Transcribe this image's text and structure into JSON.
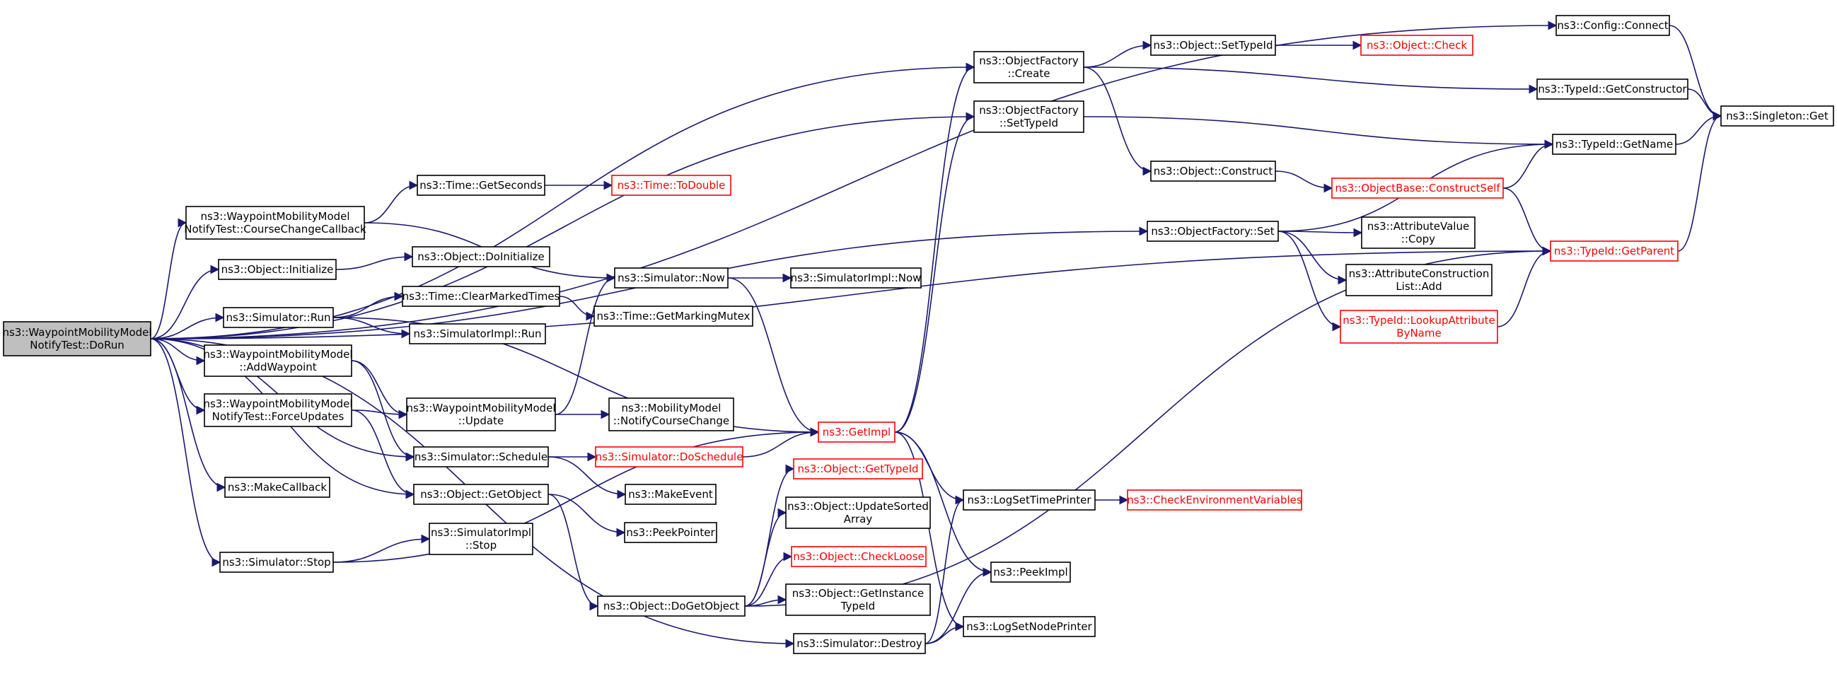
{
  "colors": {
    "edge": "#191970",
    "node_border": "#000000",
    "missing_border": "#ff0000",
    "root_fill": "#bfbfbf",
    "background": "#ffffff"
  },
  "nodes": [
    {
      "id": "root",
      "lines": [
        "ns3::WaypointMobilityModel",
        "NotifyTest::DoRun"
      ],
      "kind": "root"
    },
    {
      "id": "config_connect",
      "lines": [
        "ns3::Config::Connect"
      ],
      "kind": "normal"
    },
    {
      "id": "singleton_get",
      "lines": [
        "ns3::Singleton::Get"
      ],
      "kind": "normal"
    },
    {
      "id": "of_create",
      "lines": [
        "ns3::ObjectFactory",
        "::Create"
      ],
      "kind": "normal"
    },
    {
      "id": "obj_settypeid",
      "lines": [
        "ns3::Object::SetTypeId"
      ],
      "kind": "normal"
    },
    {
      "id": "obj_check",
      "lines": [
        "ns3::Object::Check"
      ],
      "kind": "missing"
    },
    {
      "id": "typeid_getconstructor",
      "lines": [
        "ns3::TypeId::GetConstructor"
      ],
      "kind": "normal"
    },
    {
      "id": "of_settypeid",
      "lines": [
        "ns3::ObjectFactory",
        "::SetTypeId"
      ],
      "kind": "normal"
    },
    {
      "id": "typeid_getname",
      "lines": [
        "ns3::TypeId::GetName"
      ],
      "kind": "normal"
    },
    {
      "id": "obj_construct",
      "lines": [
        "ns3::Object::Construct"
      ],
      "kind": "normal"
    },
    {
      "id": "objbase_constructself",
      "lines": [
        "ns3::ObjectBase::ConstructSelf"
      ],
      "kind": "missing"
    },
    {
      "id": "time_getseconds",
      "lines": [
        "ns3::Time::GetSeconds"
      ],
      "kind": "normal"
    },
    {
      "id": "time_todouble",
      "lines": [
        "ns3::Time::ToDouble"
      ],
      "kind": "missing"
    },
    {
      "id": "course_change_cb",
      "lines": [
        "ns3::WaypointMobilityModel",
        "NotifyTest::CourseChangeCallback"
      ],
      "kind": "normal"
    },
    {
      "id": "of_set",
      "lines": [
        "ns3::ObjectFactory::Set"
      ],
      "kind": "normal"
    },
    {
      "id": "attrvalue_copy",
      "lines": [
        "ns3::AttributeValue",
        "::Copy"
      ],
      "kind": "normal"
    },
    {
      "id": "typeid_getparent",
      "lines": [
        "ns3::TypeId::GetParent"
      ],
      "kind": "missing"
    },
    {
      "id": "obj_initialize",
      "lines": [
        "ns3::Object::Initialize"
      ],
      "kind": "normal"
    },
    {
      "id": "obj_doinitialize",
      "lines": [
        "ns3::Object::DoInitialize"
      ],
      "kind": "normal"
    },
    {
      "id": "attrconstr_add",
      "lines": [
        "ns3::AttributeConstruction",
        "List::Add"
      ],
      "kind": "normal"
    },
    {
      "id": "sim_now",
      "lines": [
        "ns3::Simulator::Now"
      ],
      "kind": "normal"
    },
    {
      "id": "simimpl_now",
      "lines": [
        "ns3::SimulatorImpl::Now"
      ],
      "kind": "normal"
    },
    {
      "id": "time_clearmarked",
      "lines": [
        "ns3::Time::ClearMarkedTimes"
      ],
      "kind": "normal"
    },
    {
      "id": "sim_run",
      "lines": [
        "ns3::Simulator::Run"
      ],
      "kind": "normal"
    },
    {
      "id": "typeid_lookupattr",
      "lines": [
        "ns3::TypeId::LookupAttribute",
        "ByName"
      ],
      "kind": "missing"
    },
    {
      "id": "time_getmarkingmutex",
      "lines": [
        "ns3::Time::GetMarkingMutex"
      ],
      "kind": "normal"
    },
    {
      "id": "simimpl_run",
      "lines": [
        "ns3::SimulatorImpl::Run"
      ],
      "kind": "normal"
    },
    {
      "id": "wmm_addwaypoint",
      "lines": [
        "ns3::WaypointMobilityModel",
        "::AddWaypoint"
      ],
      "kind": "normal"
    },
    {
      "id": "wmm_forceupdates",
      "lines": [
        "ns3::WaypointMobilityModel",
        "NotifyTest::ForceUpdates"
      ],
      "kind": "normal"
    },
    {
      "id": "wmm_update",
      "lines": [
        "ns3::WaypointMobilityModel",
        "::Update"
      ],
      "kind": "normal"
    },
    {
      "id": "mm_notifycoursechange",
      "lines": [
        "ns3::MobilityModel",
        "::NotifyCourseChange"
      ],
      "kind": "normal"
    },
    {
      "id": "getimpl",
      "lines": [
        "ns3::GetImpl"
      ],
      "kind": "missing"
    },
    {
      "id": "sim_schedule",
      "lines": [
        "ns3::Simulator::Schedule"
      ],
      "kind": "normal"
    },
    {
      "id": "sim_doschedule",
      "lines": [
        "ns3::Simulator::DoSchedule"
      ],
      "kind": "missing"
    },
    {
      "id": "obj_gettypeid",
      "lines": [
        "ns3::Object::GetTypeId"
      ],
      "kind": "missing"
    },
    {
      "id": "makecallback",
      "lines": [
        "ns3::MakeCallback"
      ],
      "kind": "normal"
    },
    {
      "id": "makeevent",
      "lines": [
        "ns3::MakeEvent"
      ],
      "kind": "normal"
    },
    {
      "id": "obj_getobject",
      "lines": [
        "ns3::Object::GetObject"
      ],
      "kind": "normal"
    },
    {
      "id": "logsettimeprinter",
      "lines": [
        "ns3::LogSetTimePrinter"
      ],
      "kind": "normal"
    },
    {
      "id": "checkenvvars",
      "lines": [
        "ns3::CheckEnvironmentVariables"
      ],
      "kind": "missing"
    },
    {
      "id": "obj_updatesorted",
      "lines": [
        "ns3::Object::UpdateSorted",
        "Array"
      ],
      "kind": "normal"
    },
    {
      "id": "peekpointer",
      "lines": [
        "ns3::PeekPointer"
      ],
      "kind": "normal"
    },
    {
      "id": "simimpl_stop",
      "lines": [
        "ns3::SimulatorImpl",
        "::Stop"
      ],
      "kind": "normal"
    },
    {
      "id": "obj_checkloose",
      "lines": [
        "ns3::Object::CheckLoose"
      ],
      "kind": "missing"
    },
    {
      "id": "sim_stop",
      "lines": [
        "ns3::Simulator::Stop"
      ],
      "kind": "normal"
    },
    {
      "id": "peekimpl",
      "lines": [
        "ns3::PeekImpl"
      ],
      "kind": "normal"
    },
    {
      "id": "obj_getinstancetypeid",
      "lines": [
        "ns3::Object::GetInstance",
        "TypeId"
      ],
      "kind": "normal"
    },
    {
      "id": "obj_dogetobject",
      "lines": [
        "ns3::Object::DoGetObject"
      ],
      "kind": "normal"
    },
    {
      "id": "sim_destroy",
      "lines": [
        "ns3::Simulator::Destroy"
      ],
      "kind": "normal"
    },
    {
      "id": "logsetnodeprinter",
      "lines": [
        "ns3::LogSetNodePrinter"
      ],
      "kind": "normal"
    }
  ],
  "edges": [
    [
      "root",
      "config_connect"
    ],
    [
      "root",
      "of_create"
    ],
    [
      "root",
      "of_settypeid"
    ],
    [
      "root",
      "of_set"
    ],
    [
      "root",
      "course_change_cb"
    ],
    [
      "root",
      "obj_initialize"
    ],
    [
      "root",
      "sim_run"
    ],
    [
      "root",
      "wmm_addwaypoint"
    ],
    [
      "root",
      "wmm_forceupdates"
    ],
    [
      "root",
      "sim_schedule"
    ],
    [
      "root",
      "makecallback"
    ],
    [
      "root",
      "obj_getobject"
    ],
    [
      "root",
      "sim_stop"
    ],
    [
      "root",
      "sim_destroy"
    ],
    [
      "root",
      "typeid_getparent"
    ],
    [
      "config_connect",
      "singleton_get"
    ],
    [
      "of_create",
      "obj_settypeid"
    ],
    [
      "of_create",
      "typeid_getconstructor"
    ],
    [
      "of_create",
      "obj_construct"
    ],
    [
      "obj_settypeid",
      "obj_check"
    ],
    [
      "typeid_getconstructor",
      "singleton_get"
    ],
    [
      "of_settypeid",
      "typeid_getname"
    ],
    [
      "typeid_getname",
      "singleton_get"
    ],
    [
      "obj_construct",
      "objbase_constructself"
    ],
    [
      "objbase_constructself",
      "typeid_getname"
    ],
    [
      "objbase_constructself",
      "typeid_getparent"
    ],
    [
      "typeid_getparent",
      "singleton_get"
    ],
    [
      "course_change_cb",
      "time_getseconds"
    ],
    [
      "course_change_cb",
      "sim_now"
    ],
    [
      "time_getseconds",
      "time_todouble"
    ],
    [
      "of_set",
      "typeid_getname"
    ],
    [
      "of_set",
      "attrvalue_copy"
    ],
    [
      "of_set",
      "attrconstr_add"
    ],
    [
      "of_set",
      "typeid_lookupattr"
    ],
    [
      "typeid_lookupattr",
      "typeid_getparent"
    ],
    [
      "obj_initialize",
      "obj_doinitialize"
    ],
    [
      "sim_run",
      "time_clearmarked"
    ],
    [
      "sim_run",
      "simimpl_run"
    ],
    [
      "sim_run",
      "getimpl"
    ],
    [
      "time_clearmarked",
      "time_getmarkingmutex"
    ],
    [
      "sim_now",
      "simimpl_now"
    ],
    [
      "sim_now",
      "getimpl"
    ],
    [
      "wmm_addwaypoint",
      "wmm_update"
    ],
    [
      "wmm_addwaypoint",
      "sim_schedule"
    ],
    [
      "wmm_forceupdates",
      "wmm_update"
    ],
    [
      "wmm_forceupdates",
      "obj_getobject"
    ],
    [
      "wmm_update",
      "sim_now"
    ],
    [
      "wmm_update",
      "mm_notifycoursechange"
    ],
    [
      "getimpl",
      "of_create"
    ],
    [
      "getimpl",
      "of_settypeid"
    ],
    [
      "getimpl",
      "logsettimeprinter"
    ],
    [
      "getimpl",
      "peekimpl"
    ],
    [
      "getimpl",
      "logsetnodeprinter"
    ],
    [
      "sim_schedule",
      "sim_doschedule"
    ],
    [
      "sim_schedule",
      "makeevent"
    ],
    [
      "sim_doschedule",
      "getimpl"
    ],
    [
      "obj_getobject",
      "peekpointer"
    ],
    [
      "obj_getobject",
      "obj_dogetobject"
    ],
    [
      "logsettimeprinter",
      "checkenvvars"
    ],
    [
      "sim_stop",
      "simimpl_stop"
    ],
    [
      "sim_stop",
      "getimpl"
    ],
    [
      "obj_dogetobject",
      "obj_gettypeid"
    ],
    [
      "obj_dogetobject",
      "obj_updatesorted"
    ],
    [
      "obj_dogetobject",
      "obj_checkloose"
    ],
    [
      "obj_dogetobject",
      "obj_getinstancetypeid"
    ],
    [
      "obj_dogetobject",
      "typeid_getparent"
    ],
    [
      "sim_destroy",
      "logsettimeprinter"
    ],
    [
      "sim_destroy",
      "peekimpl"
    ],
    [
      "sim_destroy",
      "logsetnodeprinter"
    ]
  ]
}
